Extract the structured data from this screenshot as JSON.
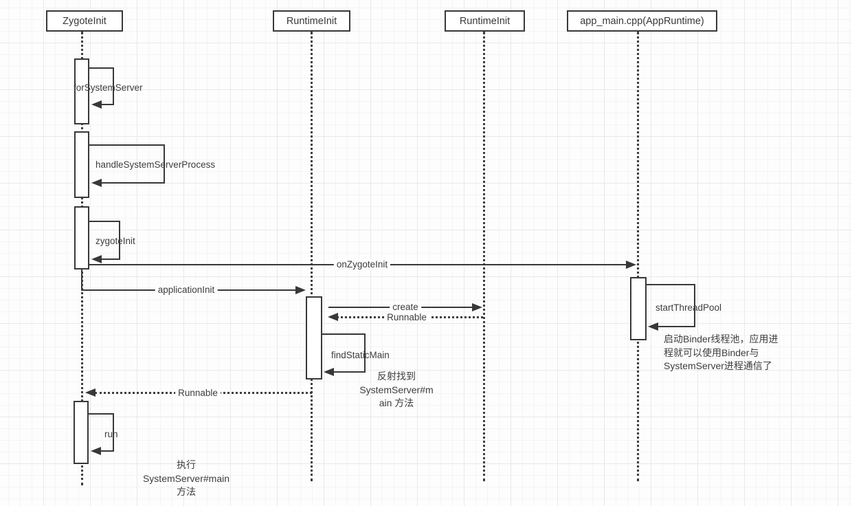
{
  "diagram_type": "uml-sequence",
  "colors": {
    "line": "#383838",
    "text": "#3d3d3d",
    "background": "#fdfdfd"
  },
  "participants": [
    {
      "label": "ZygoteInit"
    },
    {
      "label": "RuntimeInit"
    },
    {
      "label": "RuntimeInit"
    },
    {
      "label": "app_main.cpp(AppRuntime)"
    }
  ],
  "self_calls": [
    {
      "label": "forSystemServer"
    },
    {
      "label": "handleSystemServerProcess"
    },
    {
      "label": "zygoteInit"
    },
    {
      "label": "findStaticMain"
    },
    {
      "label": "startThreadPool"
    },
    {
      "label": "run"
    }
  ],
  "messages": [
    {
      "label": "onZygoteInit",
      "style": "solid"
    },
    {
      "label": "applicationInit",
      "style": "solid"
    },
    {
      "label": "create",
      "style": "solid"
    },
    {
      "label": "Runnable",
      "style": "dotted"
    },
    {
      "label": "Runnable",
      "style": "dotted"
    }
  ],
  "notes": [
    {
      "lines": [
        "反射找到",
        "SystemServer#m",
        "ain 方法"
      ]
    },
    {
      "lines": [
        "启动Binder线程池，应用进",
        "程就可以使用Binder与",
        "SystemServer进程通信了"
      ]
    },
    {
      "lines": [
        "执行",
        "SystemServer#main",
        "方法"
      ]
    }
  ]
}
